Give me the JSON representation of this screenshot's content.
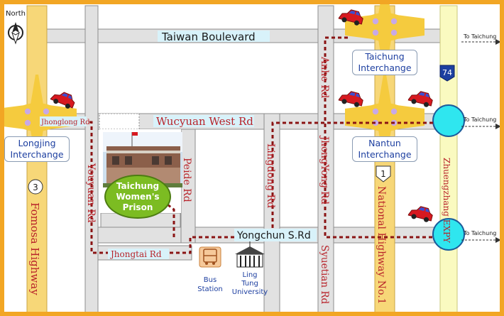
{
  "compass": {
    "label": "North"
  },
  "roads": {
    "taiwan_boulevard": "Taiwan Boulevard",
    "wucyuan_west_rd": "Wucyuan West Rd",
    "jhonglong_rd": "Jhonglong Rd",
    "youyuan_rd": "Youyuan Rd",
    "peide_rd": "Peide Rd",
    "lingdong_rd": "Lingdong Rd",
    "anhe_rd": "Anhe Rd",
    "jhongyong_rd": "JhongYong Rd",
    "yongchun_s_rd": "Yongchun S.Rd",
    "jhongtai_rd": "Jhongtai Rd",
    "syuetian_rd": "Syuetian Rd",
    "national_highway": "National Highway No.1",
    "formosa_highway": "Fomosa Highway",
    "zhuengzhang_expy": "Zhuengzhang EXPY"
  },
  "interchanges": {
    "taichung": [
      "Taichung",
      "Interchange"
    ],
    "nantun": [
      "Nantun",
      "Interchange"
    ],
    "longjing": [
      "Longjing",
      "Interchange"
    ]
  },
  "to_taichung": [
    "To Taichung",
    "To Taichung",
    "To Taichung"
  ],
  "highway_numbers": {
    "formosa": "3",
    "national": "1",
    "expy": "74"
  },
  "prison": [
    "Taichung",
    "Women's",
    "Prison"
  ],
  "bus_station": [
    "Bus",
    "Station"
  ],
  "university": [
    "Ling",
    "Tung",
    "University"
  ],
  "colors": {
    "border": "#f2a624",
    "road": "#e1e1e1",
    "road_edge": "#8d8d8d",
    "highway": "#f7d778",
    "expy": "#fafac0",
    "route": "#8a1414",
    "prison": "#7cbc22",
    "roundabout": "#2fe6ef",
    "interchange": "#f5cb3e",
    "label_bg": "#d8f2fa"
  }
}
